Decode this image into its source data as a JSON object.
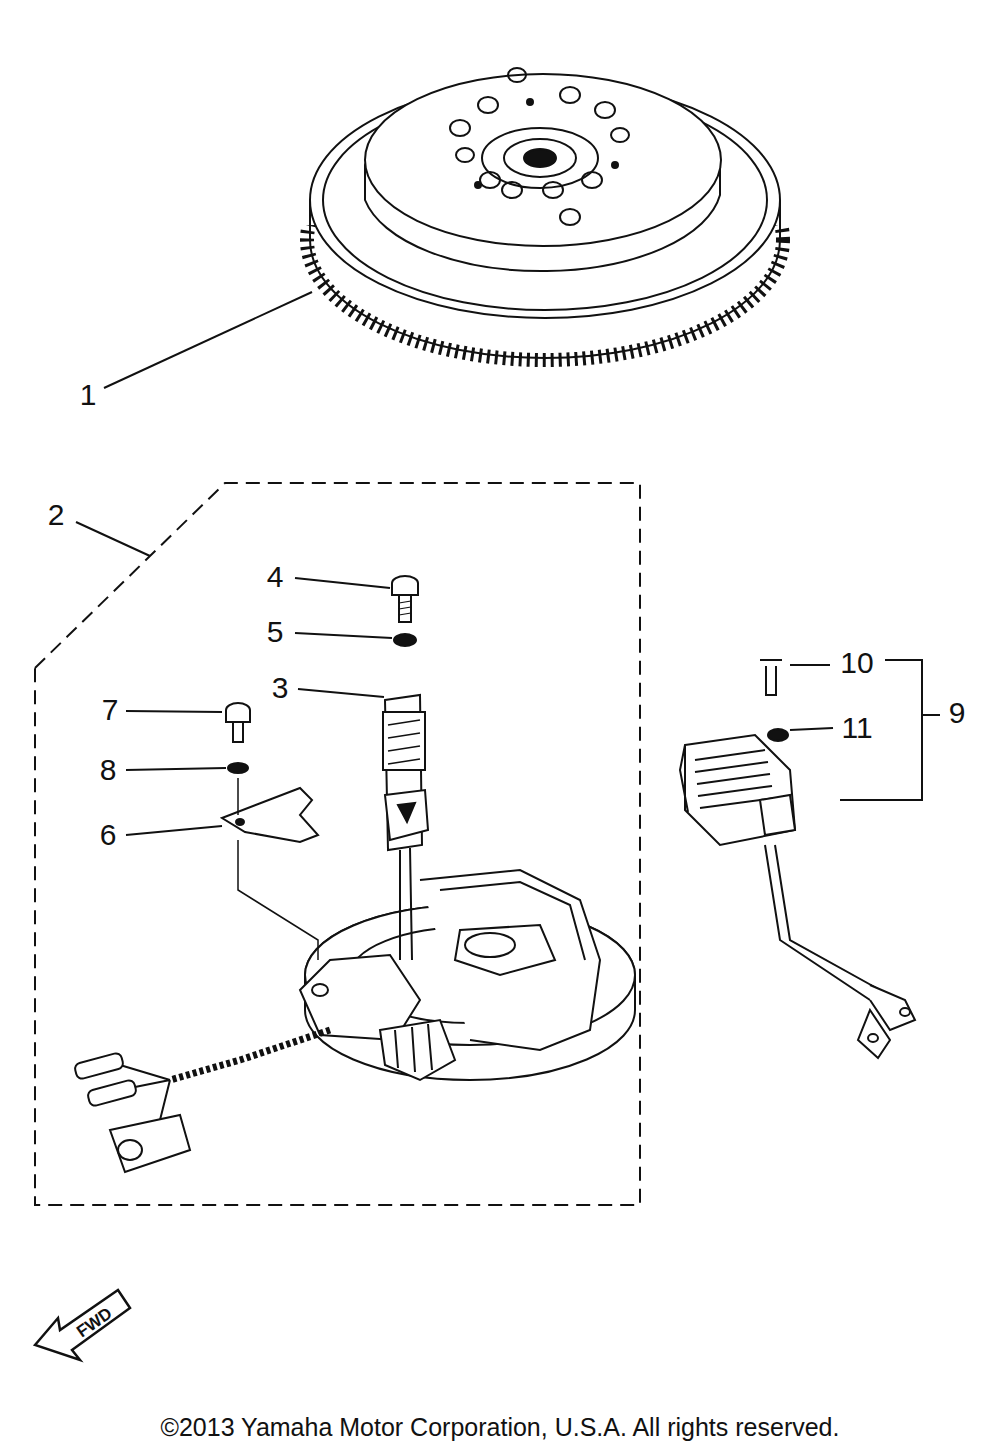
{
  "diagram": {
    "labels": [
      "1",
      "2",
      "4",
      "5",
      "3",
      "7",
      "8",
      "6",
      "10",
      "11",
      "9",
      "FWD",
      "©2013 Yamaha Motor Corporation, U.S.A. All rights reserved."
    ]
  }
}
